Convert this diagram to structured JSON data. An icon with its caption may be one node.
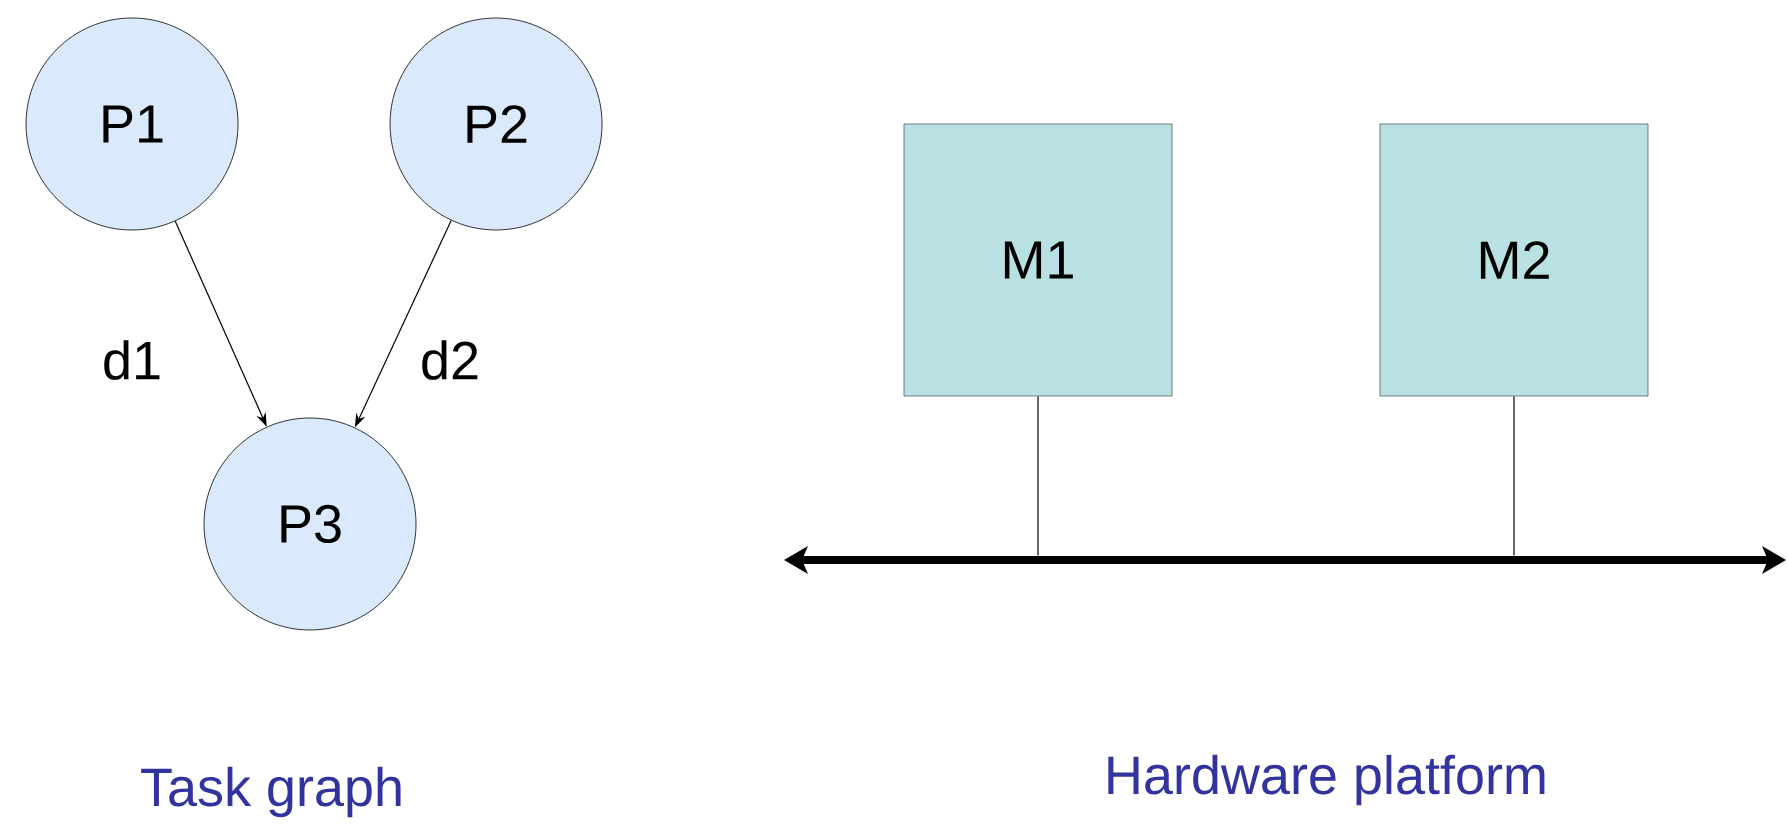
{
  "diagram": {
    "nodes": [
      {
        "text": [
          "P1"
        ]
      },
      {
        "text": [
          "P2"
        ]
      },
      {
        "text": [
          "P3"
        ]
      },
      {
        "text": [
          "M1"
        ]
      },
      {
        "text": [
          "M2"
        ]
      },
      {
        "text": [],
        "shape": "bar"
      }
    ],
    "edges": [
      {
        "from": 0,
        "to": 2,
        "arrow": "to",
        "label": "d1"
      },
      {
        "from": 1,
        "to": 2,
        "arrow": "to",
        "label": "d2"
      },
      {
        "from": 3,
        "to": 5,
        "arrow": "none"
      },
      {
        "from": 4,
        "to": 5,
        "arrow": "none"
      }
    ],
    "labels": [
      "Task graph",
      "Hardware platform"
    ]
  }
}
